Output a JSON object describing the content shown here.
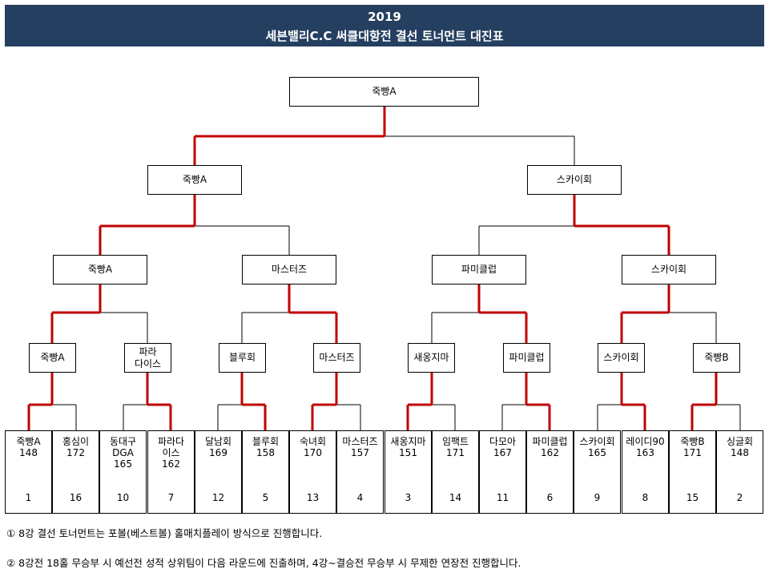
{
  "title": {
    "year": "2019",
    "main": "세븐밸리C.C 써클대항전 결선 토너먼트 대진표"
  },
  "colors": {
    "title_bg": "#243f60",
    "win_line": "#c00000",
    "line": "#000000"
  },
  "teams": [
    {
      "name": "죽빵A",
      "score": "148",
      "seed": "1"
    },
    {
      "name": "홍심이",
      "score": "172",
      "seed": "16"
    },
    {
      "name": "동대구\nDGA",
      "score": "165",
      "seed": "10"
    },
    {
      "name": "파라다\n이스",
      "score": "162",
      "seed": "7"
    },
    {
      "name": "달남회",
      "score": "169",
      "seed": "12"
    },
    {
      "name": "블루회",
      "score": "158",
      "seed": "5"
    },
    {
      "name": "숙녀회",
      "score": "170",
      "seed": "13"
    },
    {
      "name": "마스터즈",
      "score": "157",
      "seed": "4"
    },
    {
      "name": "새옹지마",
      "score": "151",
      "seed": "3"
    },
    {
      "name": "임팩트",
      "score": "171",
      "seed": "14"
    },
    {
      "name": "다모아",
      "score": "167",
      "seed": "11"
    },
    {
      "name": "파미클럽",
      "score": "162",
      "seed": "6"
    },
    {
      "name": "스카이회",
      "score": "165",
      "seed": "9"
    },
    {
      "name": "레이디90",
      "score": "163",
      "seed": "8"
    },
    {
      "name": "죽빵B",
      "score": "171",
      "seed": "15"
    },
    {
      "name": "싱글회",
      "score": "148",
      "seed": "2"
    }
  ],
  "round_of_16_winners": [
    "죽빵A",
    "파라\n다이스",
    "블루회",
    "마스터즈",
    "새옹지마",
    "파미클럽",
    "스카이회",
    "죽빵B"
  ],
  "quarterfinal_winners": [
    "죽빵A",
    "마스터즈",
    "파미클럽",
    "스카이회"
  ],
  "semifinal_winners": [
    "죽빵A",
    "스카이회"
  ],
  "champion": "죽빵A",
  "notes": [
    "① 8강 결선 토너먼트는 포볼(베스트볼) 홀매치플레이 방식으로 진행합니다.",
    "② 8강전 18홀 무승부 시 예선전 성적 상위팀이 다음 라운드에 진출하며, 4강~결승전 무승부 시 무제한 연장전 진행합니다."
  ]
}
